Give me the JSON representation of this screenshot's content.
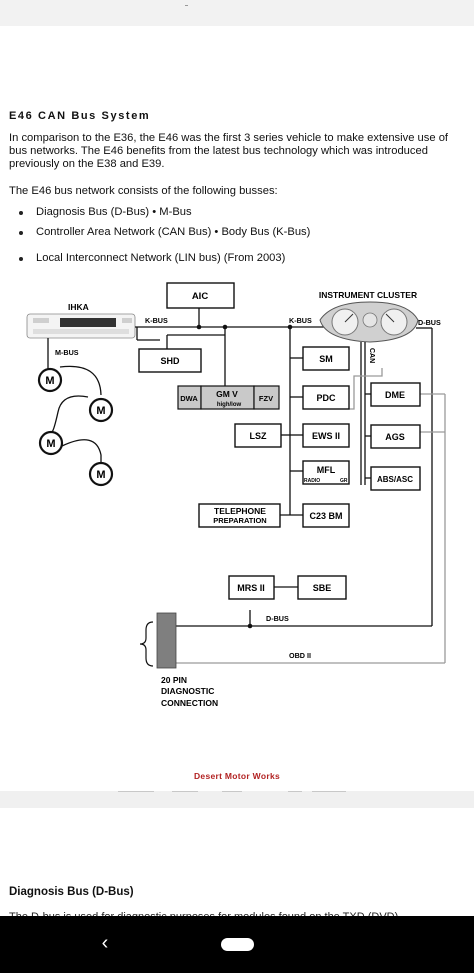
{
  "article": {
    "title": "E46 CAN Bus System",
    "intro": "In comparison to the E36, the E46 was the first 3 series vehicle to make extensive use of bus networks. The E46 benefits from the latest bus technology which was introduced previously on the E38 and E39.",
    "lead": "The E46 bus network consists of the following busses:",
    "bullets": [
      "Diagnosis Bus (D-Bus) • M-Bus",
      "Controller Area Network (CAN Bus) • Body Bus (K-Bus)",
      "Local Interconnect Network (LIN bus) (From 2003)"
    ]
  },
  "diagram": {
    "ihka": "IHKA",
    "m_bus": "M-BUS",
    "k_bus_left": "K-BUS",
    "k_bus_right": "K-BUS",
    "aic": "AIC",
    "instrument_cluster": "INSTRUMENT CLUSTER",
    "d_bus_top": "D-BUS",
    "can": "CAN",
    "motor": "M",
    "shd": "SHD",
    "dwa": "DWA",
    "gm_v": "GM V",
    "gm_v_sub": "high/low",
    "fzv": "FZV",
    "sm": "SM",
    "pdc": "PDC",
    "dme": "DME",
    "lsz": "LSZ",
    "ews": "EWS II",
    "ags": "AGS",
    "mfl": "MFL",
    "mfl_radio": "RADIO",
    "mfl_gr": "GR",
    "abs": "ABS/ASC",
    "telephone_1": "TELEPHONE",
    "telephone_2": "PREPARATION",
    "c23": "C23 BM",
    "mrs": "MRS II",
    "sbe": "SBE",
    "d_bus_bottom": "D-BUS",
    "obd": "OBD II",
    "diag_1": "20 PIN",
    "diag_2": "DIAGNOSTIC",
    "diag_3": "CONNECTION"
  },
  "credit": "Desert Motor Works",
  "next_section": {
    "heading": "Diagnosis Bus (D-Bus)",
    "cut_text": "The D-bus is used for diagnostic purposes for modules found on the TXD (DVD) ..."
  },
  "colors": {
    "wire": "#111111",
    "obd_wire": "#9a9a9a",
    "credit": "#b22222",
    "module_gray": "#c9c9c9",
    "connector": "#7f7f7f"
  },
  "nav": {
    "back_icon": "chevron-left-icon",
    "home_icon": "home-pill-icon"
  }
}
